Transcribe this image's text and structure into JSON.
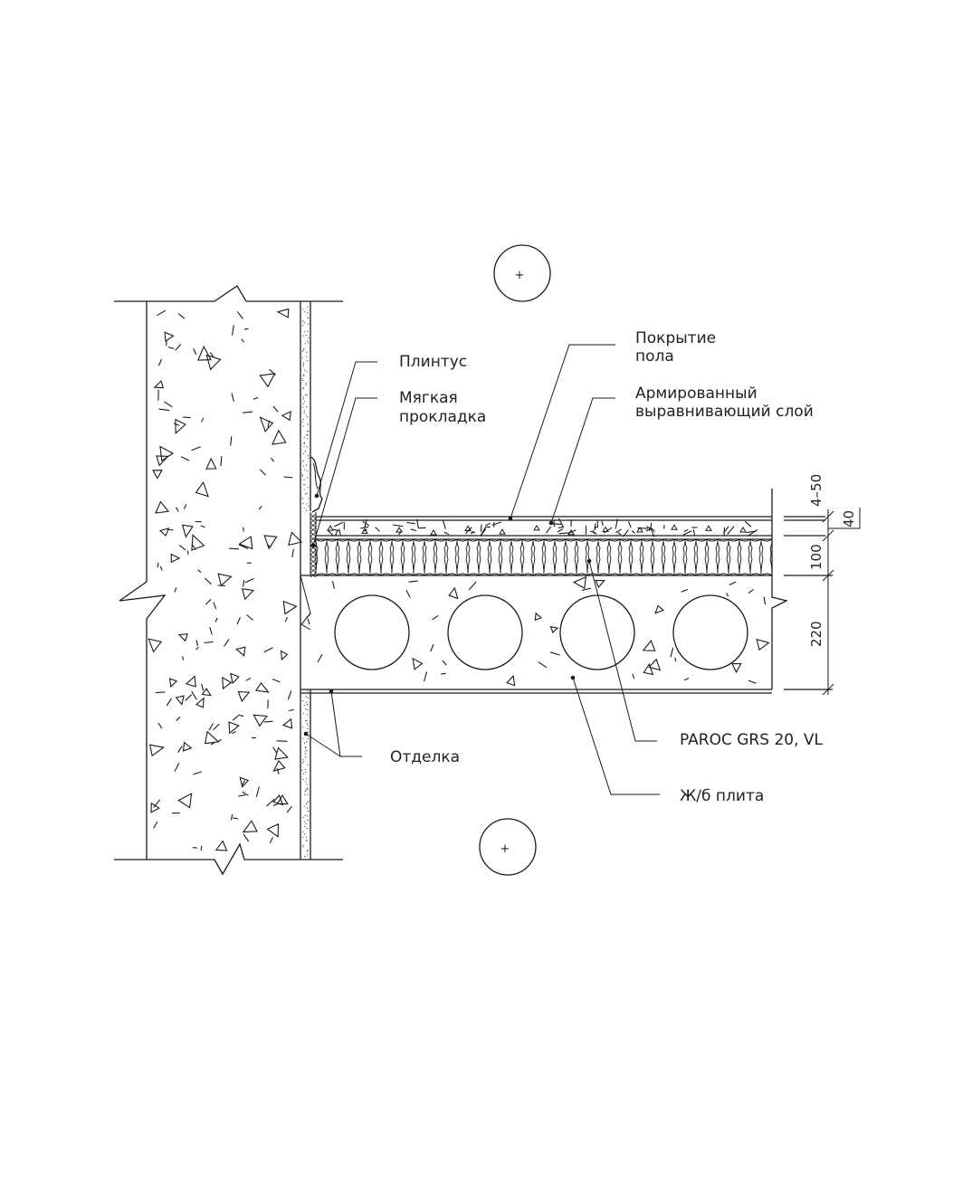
{
  "labels": {
    "plintus": "Плинтус",
    "pad_line1": "Мягкая",
    "pad_line2": "прокладка",
    "floor_line1": "Покрытие",
    "floor_line2": "пола",
    "screed_line1": "Армированный",
    "screed_line2": "выравнивающий слой",
    "insulation": "PAROC GRS 20, VL",
    "slab": "Ж/б плита",
    "finish": "Отделка"
  },
  "dimensions": {
    "floor_cover": "4–50",
    "screed": "40",
    "insulation": "100",
    "slab": "220"
  },
  "section_marks": {
    "top": "+",
    "bottom": "+"
  }
}
